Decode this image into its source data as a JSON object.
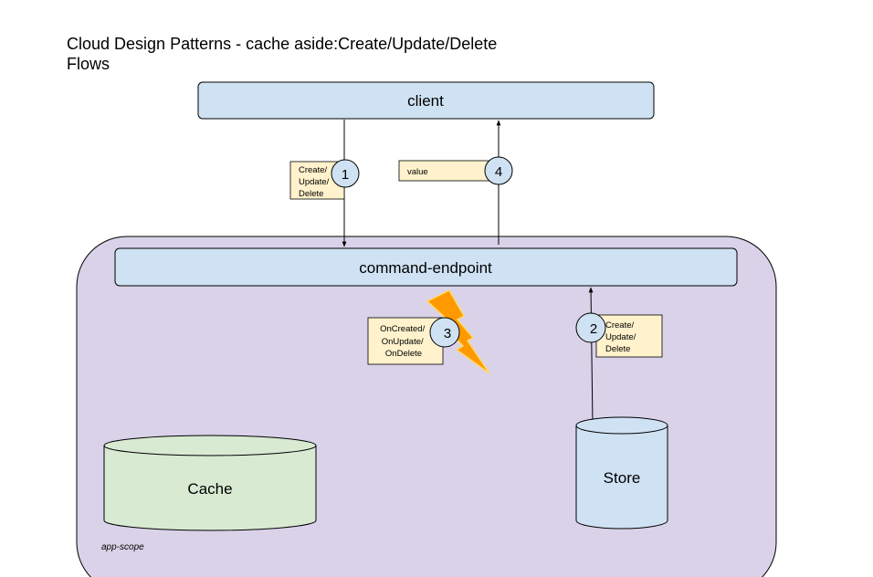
{
  "title": {
    "line1": "Cloud Design Patterns - cache aside:Create/Update/Delete",
    "line2": "Flows"
  },
  "nodes": {
    "client": "client",
    "endpoint": "command-endpoint",
    "cache": "Cache",
    "store": "Store",
    "scope": "app-scope"
  },
  "steps": {
    "s1": {
      "num": "1",
      "lines": [
        "Create/",
        "Update/",
        "Delete"
      ]
    },
    "s2": {
      "num": "2",
      "lines": [
        "Create/",
        "Update/",
        "Delete"
      ]
    },
    "s3": {
      "num": "3",
      "lines": [
        "OnCreated/",
        "OnUpdate/",
        "OnDelete"
      ]
    },
    "s4": {
      "num": "4",
      "lines": [
        "value"
      ]
    }
  },
  "colors": {
    "box_blue": "#cfe2f3",
    "scope_purple": "#d9d2e9",
    "cache_green": "#d9ead3",
    "note_yellow": "#fff2cc",
    "bolt_orange": "#ff9900",
    "bolt_yellow": "#ffd966"
  }
}
